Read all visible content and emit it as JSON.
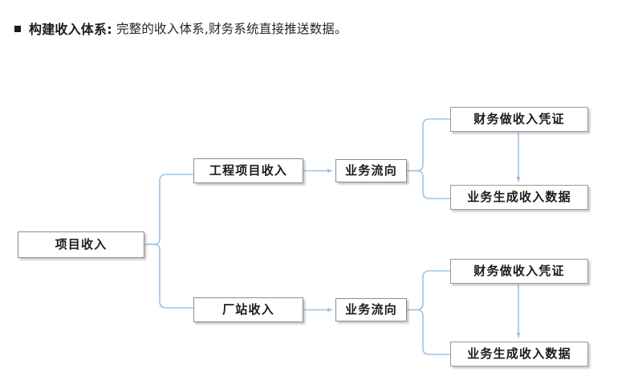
{
  "page": {
    "background_color": "#ffffff",
    "accent_color": "#9dc3e6",
    "box_border_color": "#8c8c8c",
    "text_color": "#1b1b1b"
  },
  "header": {
    "bullet": "square-bullet",
    "strong_text": "构建收入体系:",
    "rest_text": " 完整的收入体系,财务系统直接推送数据。"
  },
  "diagram": {
    "type": "tree-flow",
    "root": {
      "id": "root",
      "label": "项目收入"
    },
    "branches": [
      {
        "id": "branch-top",
        "source_label": "工程项目收入",
        "flow_label": "业务流向",
        "outputs": [
          {
            "id": "top-output-1",
            "label": "财务做收入凭证"
          },
          {
            "id": "top-output-2",
            "label": "业务生成收入数据"
          }
        ]
      },
      {
        "id": "branch-bottom",
        "source_label": "厂站收入",
        "flow_label": "业务流向",
        "outputs": [
          {
            "id": "bottom-output-1",
            "label": "财务做收入凭证"
          },
          {
            "id": "bottom-output-2",
            "label": "业务生成收入数据"
          }
        ]
      }
    ],
    "connectors": [
      {
        "name": "root-split",
        "style": "rounded-bracket"
      },
      {
        "name": "source-to-flow-arrow",
        "style": "straight-arrow"
      },
      {
        "name": "flow-split",
        "style": "rounded-bracket"
      },
      {
        "name": "voucher-to-data-arrow",
        "style": "vertical-arrow"
      }
    ]
  }
}
